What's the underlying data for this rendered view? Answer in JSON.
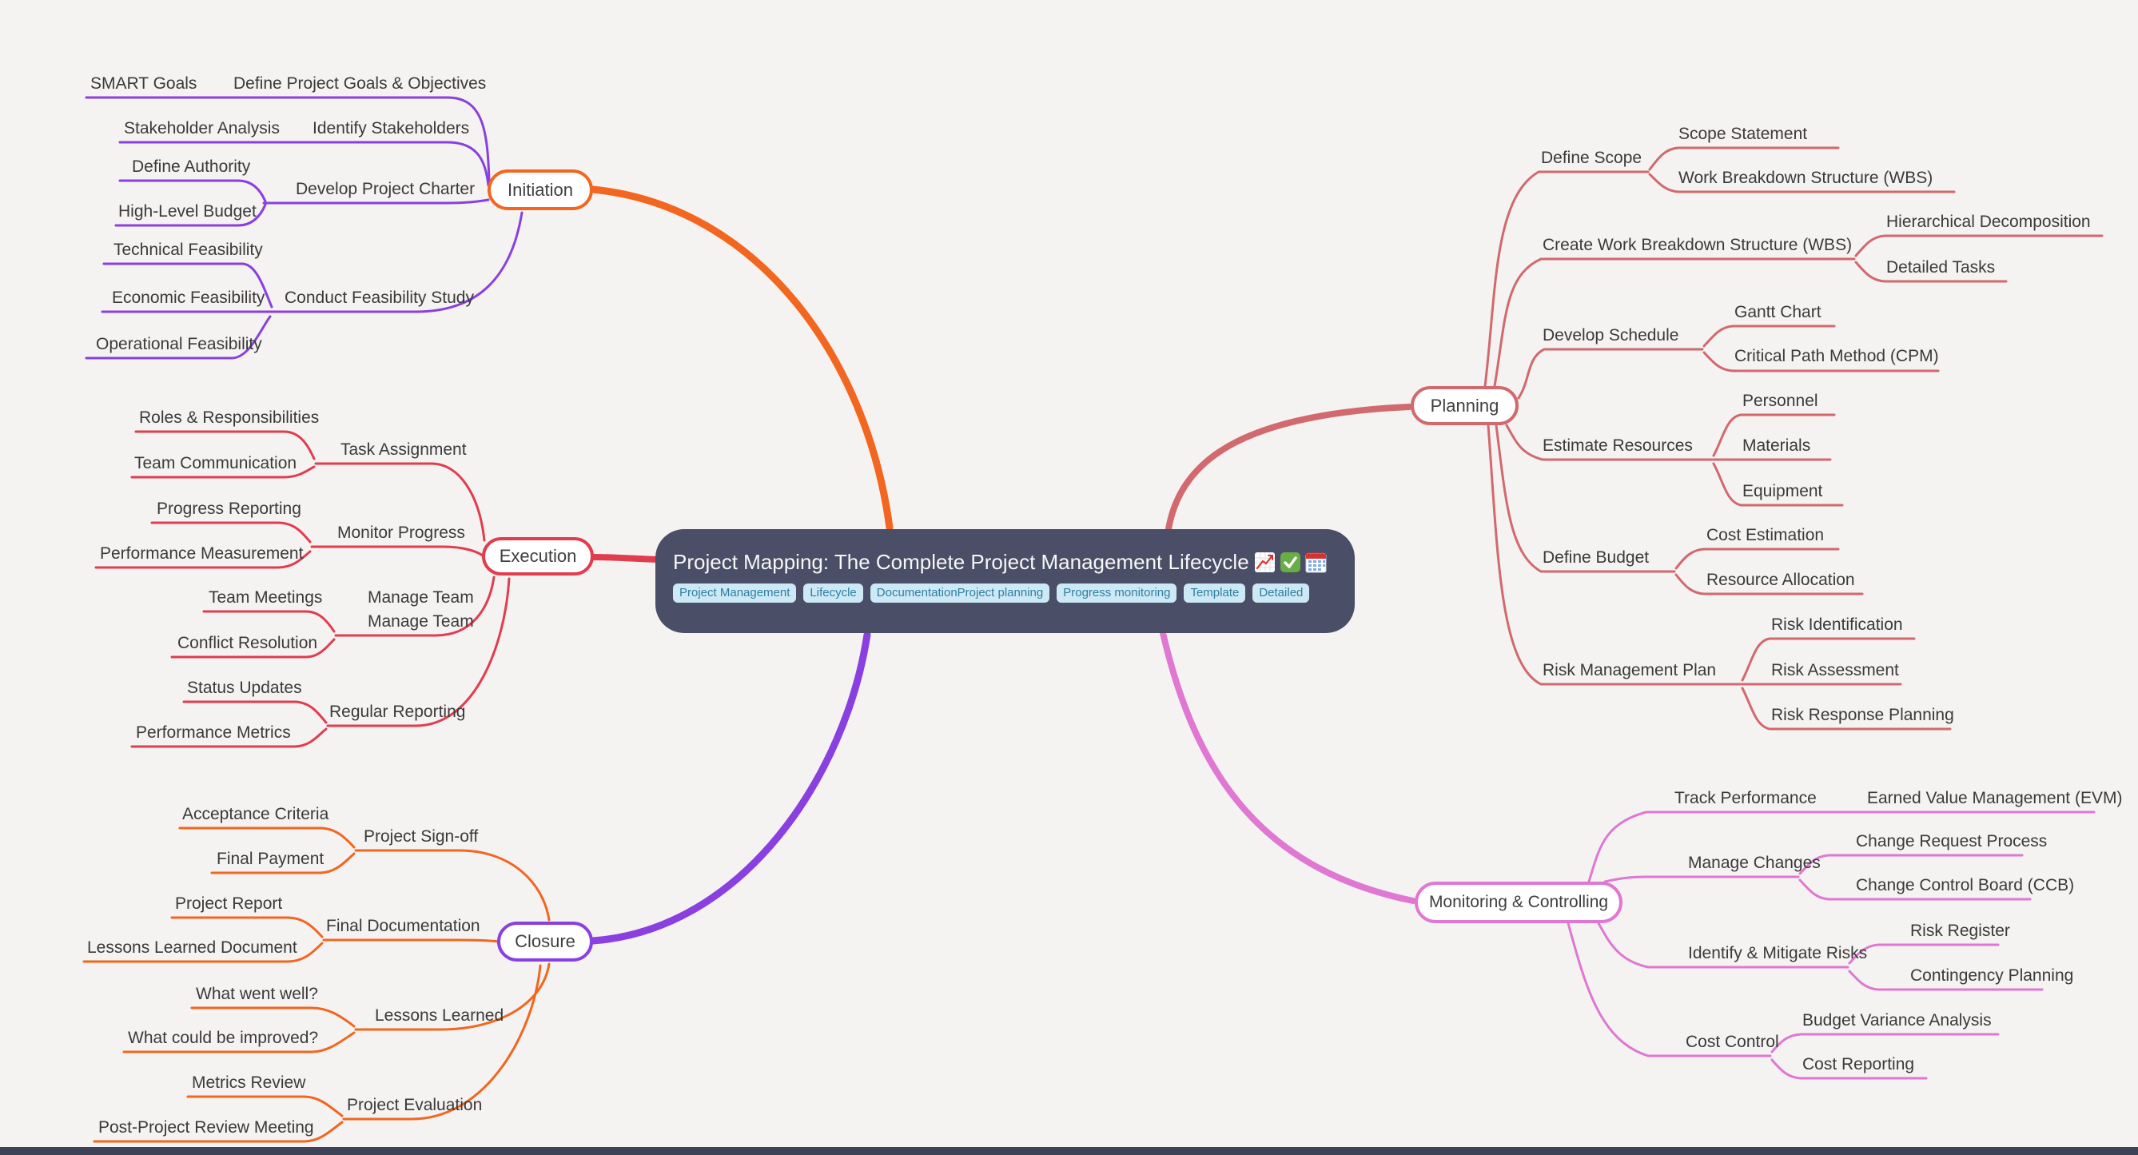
{
  "central": {
    "title": "Project Mapping: The Complete Project Management Lifecycle",
    "icons": [
      "chart-increasing",
      "check-mark-button",
      "calendar"
    ],
    "tags": [
      "Project Management",
      "Lifecycle",
      "DocumentationProject planning",
      "Progress monitoring",
      "Template",
      "Detailed"
    ],
    "colors": {
      "bg": "#4a4e66",
      "tag_bg": "#cde9f6",
      "tag_text": "#2e7e9e"
    }
  },
  "colors": {
    "orange": "#f2661f",
    "purple": "#8a3fe0",
    "crimson": "#e23c4f",
    "indianred": "#d1696e",
    "orchid": "#e077d2",
    "background": "#f4f3f1"
  },
  "branches": [
    {
      "label": "Initiation",
      "items": [
        {
          "label": "Define Project Goals & Objectives",
          "children": [
            {
              "label": "SMART Goals"
            }
          ]
        },
        {
          "label": "Identify Stakeholders",
          "children": [
            {
              "label": "Stakeholder Analysis"
            }
          ]
        },
        {
          "label": "Develop Project Charter",
          "children": [
            {
              "label": "Define Authority"
            },
            {
              "label": "High-Level Budget"
            }
          ]
        },
        {
          "label": "Conduct Feasibility Study",
          "children": [
            {
              "label": "Technical Feasibility"
            },
            {
              "label": "Economic Feasibility"
            },
            {
              "label": "Operational Feasibility"
            }
          ]
        }
      ]
    },
    {
      "label": "Execution",
      "items": [
        {
          "label": "Task Assignment",
          "children": [
            {
              "label": "Roles & Responsibilities"
            },
            {
              "label": "Team Communication"
            }
          ]
        },
        {
          "label": "Monitor Progress",
          "children": [
            {
              "label": "Progress Reporting"
            },
            {
              "label": "Performance Measurement"
            }
          ]
        },
        {
          "label": "Manage Team",
          "children": [
            {
              "label": "Team Meetings"
            },
            {
              "label": "Conflict Resolution"
            }
          ]
        },
        {
          "label": "Regular Reporting",
          "children": [
            {
              "label": "Status Updates"
            },
            {
              "label": "Performance Metrics"
            }
          ]
        }
      ]
    },
    {
      "label": "Closure",
      "items": [
        {
          "label": "Project Sign-off",
          "children": [
            {
              "label": "Acceptance Criteria"
            },
            {
              "label": "Final Payment"
            }
          ]
        },
        {
          "label": "Final Documentation",
          "children": [
            {
              "label": "Project Report"
            },
            {
              "label": "Lessons Learned Document"
            }
          ]
        },
        {
          "label": "Lessons Learned",
          "children": [
            {
              "label": "What went well?"
            },
            {
              "label": "What could be improved?"
            }
          ]
        },
        {
          "label": "Project Evaluation",
          "children": [
            {
              "label": "Metrics Review"
            },
            {
              "label": "Post-Project Review Meeting"
            }
          ]
        }
      ]
    },
    {
      "label": "Planning",
      "items": [
        {
          "label": "Define Scope",
          "children": [
            {
              "label": "Scope Statement"
            },
            {
              "label": "Work Breakdown Structure (WBS)"
            }
          ]
        },
        {
          "label": "Create Work Breakdown Structure (WBS)",
          "children": [
            {
              "label": "Hierarchical Decomposition"
            },
            {
              "label": "Detailed Tasks"
            }
          ]
        },
        {
          "label": "Develop Schedule",
          "children": [
            {
              "label": "Gantt Chart"
            },
            {
              "label": "Critical Path Method (CPM)"
            }
          ]
        },
        {
          "label": "Estimate Resources",
          "children": [
            {
              "label": "Personnel"
            },
            {
              "label": "Materials"
            },
            {
              "label": "Equipment"
            }
          ]
        },
        {
          "label": "Define Budget",
          "children": [
            {
              "label": "Cost Estimation"
            },
            {
              "label": "Resource Allocation"
            }
          ]
        },
        {
          "label": "Risk Management Plan",
          "children": [
            {
              "label": "Risk Identification"
            },
            {
              "label": "Risk Assessment"
            },
            {
              "label": "Risk Response Planning"
            }
          ]
        }
      ]
    },
    {
      "label": "Monitoring & Controlling",
      "items": [
        {
          "label": "Track Performance",
          "children": [
            {
              "label": "Earned Value Management (EVM)"
            }
          ]
        },
        {
          "label": "Manage Changes",
          "children": [
            {
              "label": "Change Request Process"
            },
            {
              "label": "Change Control Board (CCB)"
            }
          ]
        },
        {
          "label": "Identify & Mitigate Risks",
          "children": [
            {
              "label": "Risk Register"
            },
            {
              "label": "Contingency Planning"
            }
          ]
        },
        {
          "label": "Cost Control",
          "children": [
            {
              "label": "Budget Variance Analysis"
            },
            {
              "label": "Cost Reporting"
            }
          ]
        }
      ]
    }
  ]
}
